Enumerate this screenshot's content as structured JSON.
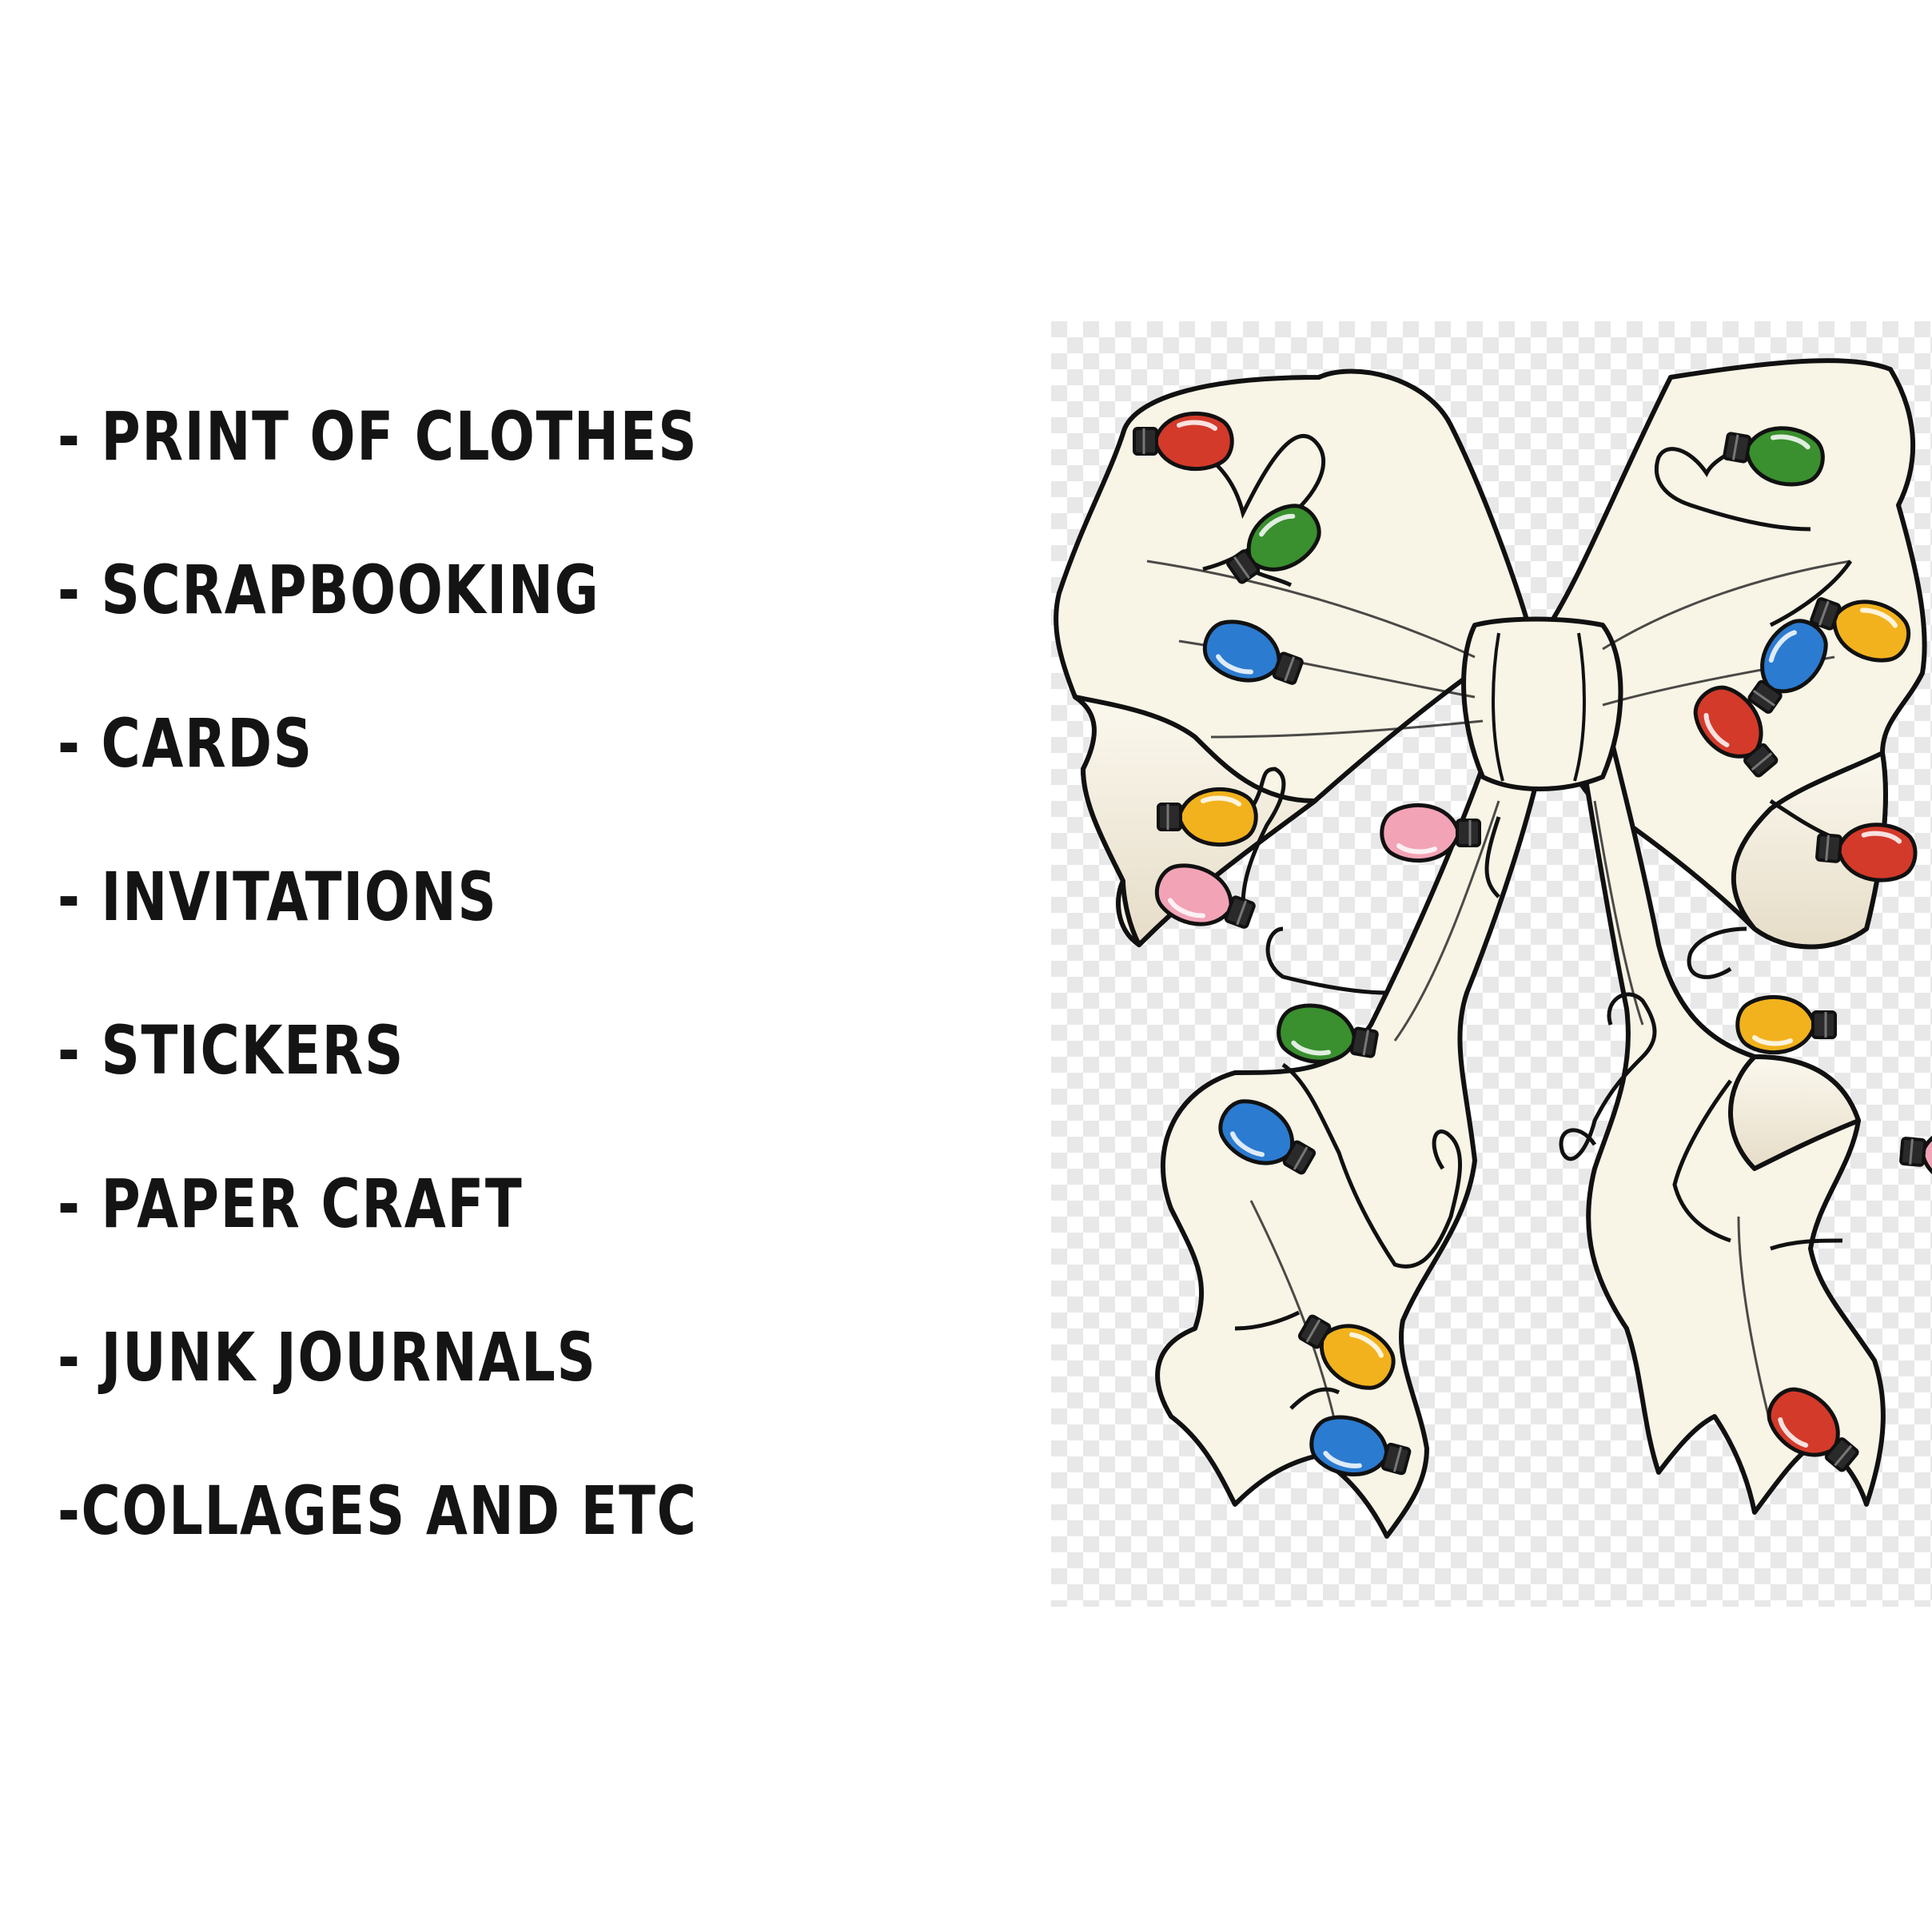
{
  "uses_list": [
    "- PRINT OF CLOTHES",
    "- SCRAPBOOKING",
    "- CARDS",
    "- INVITATIONS",
    "- STICKERS",
    "- PAPER CRAFT",
    "- JUNK JOURNALS",
    "-COLLAGES AND ETC"
  ],
  "artwork": {
    "subject": "ribbon-bow-with-christmas-lights",
    "colors": {
      "ribbon": "#f8f4e6",
      "ribbon_shadow": "#e6ddc8",
      "outline": "#111111",
      "checker_light": "#ffffff",
      "checker_dark": "#e8e8e8"
    },
    "bulbs": [
      {
        "name": "bulb-red-1",
        "color": "#d33a2a"
      },
      {
        "name": "bulb-green-1",
        "color": "#3a8f2e"
      },
      {
        "name": "bulb-blue-1",
        "color": "#2b7bd0"
      },
      {
        "name": "bulb-yellow-1",
        "color": "#f2b21d"
      },
      {
        "name": "bulb-pink-1",
        "color": "#f2a3b6"
      },
      {
        "name": "bulb-green-2",
        "color": "#3a8f2e"
      },
      {
        "name": "bulb-blue-2",
        "color": "#2b7bd0"
      },
      {
        "name": "bulb-yellow-2",
        "color": "#f2b21d"
      },
      {
        "name": "bulb-blue-3",
        "color": "#2b7bd0"
      },
      {
        "name": "bulb-pink-2",
        "color": "#f2a3b6"
      },
      {
        "name": "bulb-green-3",
        "color": "#3a8f2e"
      },
      {
        "name": "bulb-yellow-3",
        "color": "#f2b21d"
      },
      {
        "name": "bulb-blue-4",
        "color": "#2b7bd0"
      },
      {
        "name": "bulb-red-2",
        "color": "#d33a2a"
      },
      {
        "name": "bulb-red-3",
        "color": "#d33a2a"
      },
      {
        "name": "bulb-yellow-4",
        "color": "#f2b21d"
      },
      {
        "name": "bulb-pink-3",
        "color": "#f2a3b6"
      },
      {
        "name": "bulb-green-4",
        "color": "#3a8f2e"
      },
      {
        "name": "bulb-red-4",
        "color": "#d33a2a"
      }
    ]
  }
}
